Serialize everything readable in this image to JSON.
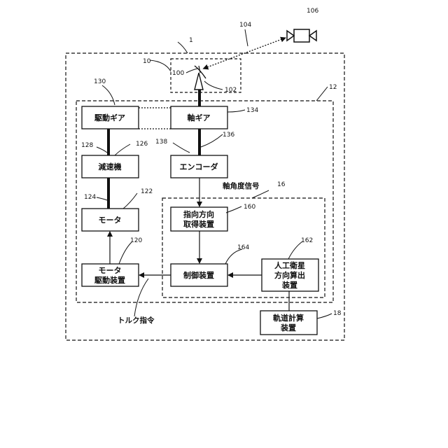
{
  "refs": {
    "r1": "1",
    "r10": "10",
    "r12": "12",
    "r16": "16",
    "r18": "18",
    "r100": "100",
    "r102": "102",
    "r104": "104",
    "r106": "106",
    "r120": "120",
    "r122": "122",
    "r124": "124",
    "r126": "126",
    "r128": "128",
    "r130": "130",
    "r134": "134",
    "r136": "136",
    "r138": "138",
    "r160": "160",
    "r162": "162",
    "r164": "164"
  },
  "blocks": {
    "drive_gear": "駆動ギア",
    "reducer": "減速機",
    "motor": "モータ",
    "motor_driver": [
      "モータ",
      "駆動装置"
    ],
    "axis_gear": "軸ギア",
    "encoder": "エンコーダ",
    "pointing_acq": [
      "指向方向",
      "取得装置"
    ],
    "controller": "制御装置",
    "satellite_calc": [
      "人工衛星",
      "方向算出",
      "装置"
    ],
    "orbit_calc": [
      "軌道計算",
      "装置"
    ]
  },
  "signals": {
    "axis_angle": "軸角度信号",
    "torque_cmd": "トルク指令"
  }
}
